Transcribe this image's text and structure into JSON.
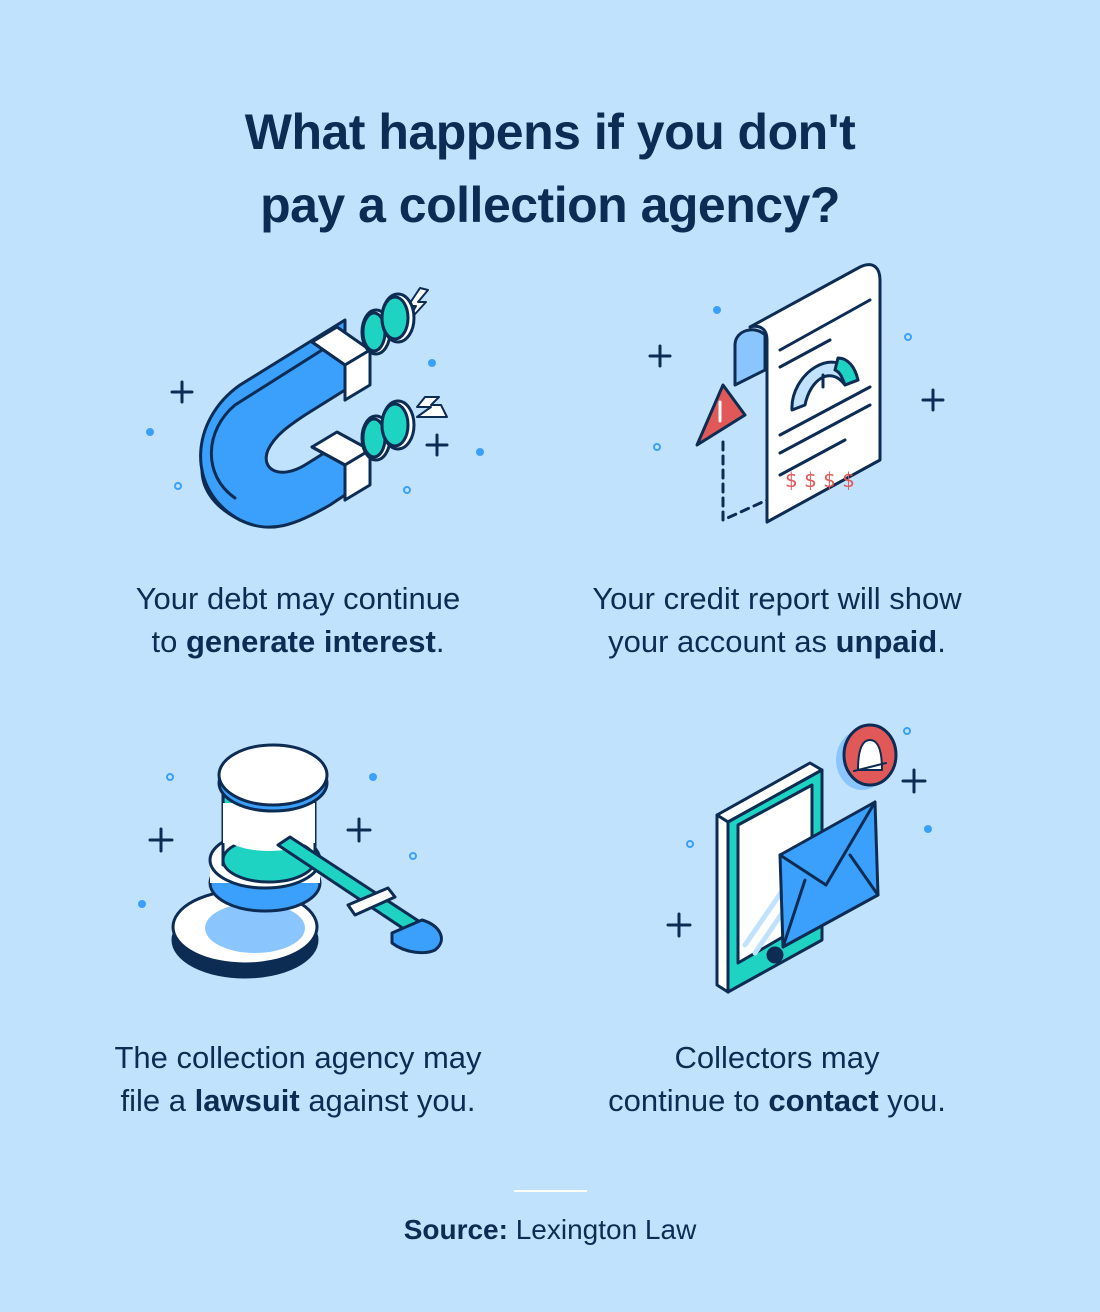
{
  "title": {
    "line1": "What happens if you don't",
    "line2": "pay a collection agency?"
  },
  "items": [
    {
      "icon": "magnet-coins-icon",
      "line1": "Your debt may continue",
      "line2_pre": "to ",
      "line2_bold": "generate interest",
      "line2_post": "."
    },
    {
      "icon": "credit-report-warning-icon",
      "line1": "Your credit report will show",
      "line2_pre": "your account as ",
      "line2_bold": "unpaid",
      "line2_post": ".",
      "dollar_signs": [
        "$",
        "$",
        "$",
        "$"
      ],
      "warning_mark": "!"
    },
    {
      "icon": "gavel-icon",
      "line1": "The collection agency may",
      "line2_pre": "file a ",
      "line2_bold": "lawsuit",
      "line2_post": " against you."
    },
    {
      "icon": "phone-envelope-bell-icon",
      "line1": "Collectors may",
      "line2_pre": "continue to ",
      "line2_bold": "contact",
      "line2_post": " you."
    }
  ],
  "source": {
    "label": "Source:",
    "value": " Lexington Law"
  },
  "colors": {
    "background": "#c1e2fc",
    "navy": "#0d2c54",
    "blue": "#3aa0fb",
    "light_blue": "#8ac6fd",
    "teal": "#1fd3c3",
    "red": "#e05858",
    "white": "#ffffff"
  }
}
